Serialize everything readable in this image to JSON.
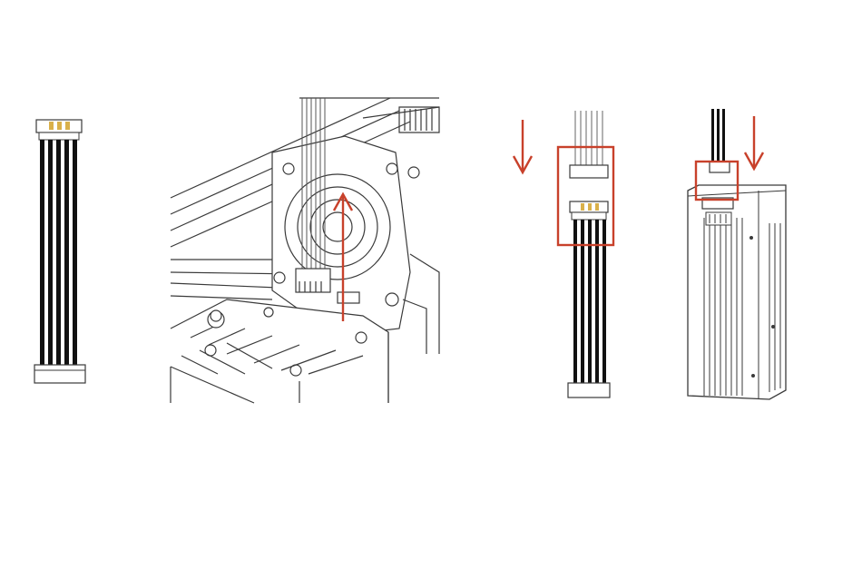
{
  "colors": {
    "background": "#ffffff",
    "line_art": "#3a3a3a",
    "wire": "#111111",
    "accent_red": "#c8412b",
    "connector_pin": "#d9b04a"
  },
  "figure": {
    "panels": [
      {
        "id": "cable",
        "description_icon": "ribbon-cable-icon"
      },
      {
        "id": "printer-fan-bracket",
        "description_icon": "fan-bracket-icon"
      },
      {
        "id": "connect-cable",
        "description_icon": "connector-plug-icon"
      },
      {
        "id": "laser-module",
        "description_icon": "laser-module-icon"
      }
    ],
    "arrows": [
      {
        "id": "arrow-up-bracket",
        "direction": "up"
      },
      {
        "id": "arrow-down-left",
        "direction": "down"
      },
      {
        "id": "arrow-down-module",
        "direction": "down"
      }
    ],
    "highlights": [
      "connector-mating-box",
      "module-socket-box"
    ]
  }
}
